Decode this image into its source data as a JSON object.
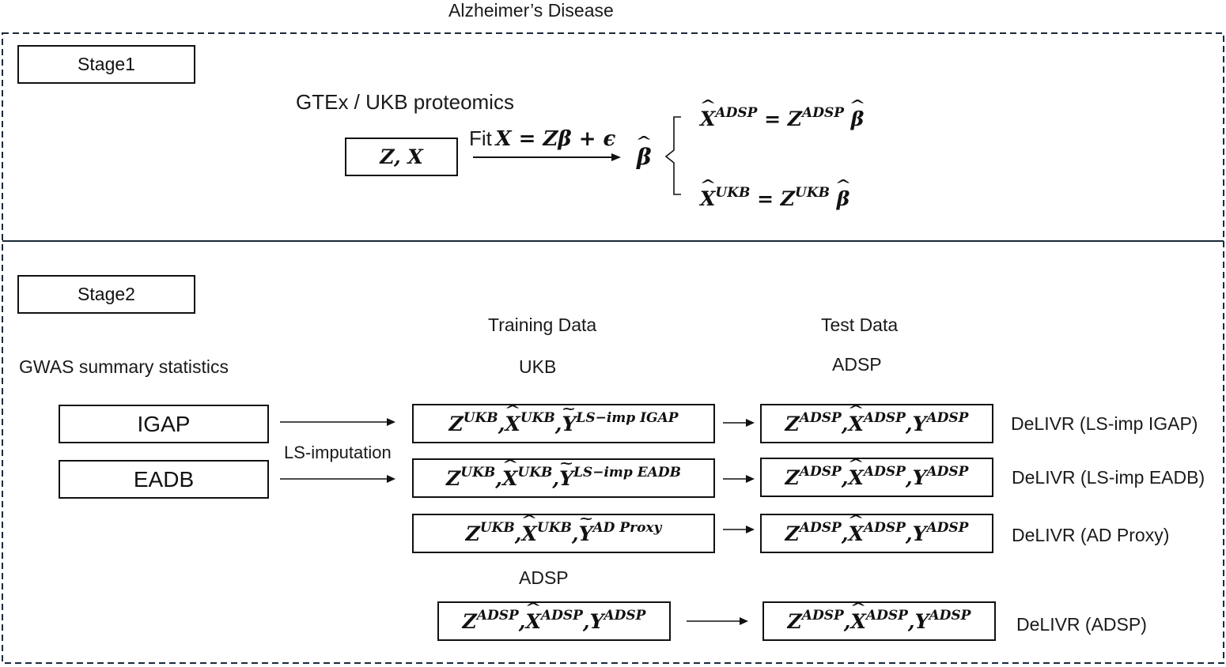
{
  "title": "Alzheimer’s Disease",
  "stage1": {
    "label": "Stage1",
    "source": "GTEx / UKB proteomics",
    "input_box": "Z, X",
    "fit_prefix": "Fit",
    "fit_equation": "X = Zβ + ϵ",
    "beta_hat": "β",
    "eq_adsp": {
      "lhs": "X",
      "lhs_sup": "ADSP",
      "rhs": "Z",
      "rhs_sup": "ADSP",
      "beta": "β"
    },
    "eq_ukb": {
      "lhs": "X",
      "lhs_sup": "UKB",
      "rhs": "Z",
      "rhs_sup": "UKB",
      "beta": "β"
    }
  },
  "stage2": {
    "label": "Stage2",
    "gwas_header": "GWAS summary statistics",
    "training_header": "Training Data",
    "test_header": "Test Data",
    "ukb_label": "UKB",
    "adsp_test_label": "ADSP",
    "adsp_train_label": "ADSP",
    "imputation_label": "LS-imputation",
    "gwas_sources": [
      "IGAP",
      "EADB"
    ],
    "rows": [
      {
        "train": {
          "z": "UKB",
          "x": "UKB",
          "y": "LS−imp IGAP",
          "y_mark": "tilde"
        },
        "test": {
          "z": "ADSP",
          "x": "ADSP",
          "y": "ADSP"
        },
        "method": "DeLIVR (LS-imp IGAP)"
      },
      {
        "train": {
          "z": "UKB",
          "x": "UKB",
          "y": "LS−imp EADB",
          "y_mark": "tilde"
        },
        "test": {
          "z": "ADSP",
          "x": "ADSP",
          "y": "ADSP"
        },
        "method": "DeLIVR (LS-imp EADB)"
      },
      {
        "train": {
          "z": "UKB",
          "x": "UKB",
          "y": "AD Proxy",
          "y_mark": "tilde"
        },
        "test": {
          "z": "ADSP",
          "x": "ADSP",
          "y": "ADSP"
        },
        "method": "DeLIVR (AD Proxy)"
      },
      {
        "train": {
          "z": "ADSP",
          "x": "ADSP",
          "y": "ADSP",
          "y_mark": "none"
        },
        "test": {
          "z": "ADSP",
          "x": "ADSP",
          "y": "ADSP"
        },
        "method": "DeLIVR (ADSP)"
      }
    ]
  }
}
